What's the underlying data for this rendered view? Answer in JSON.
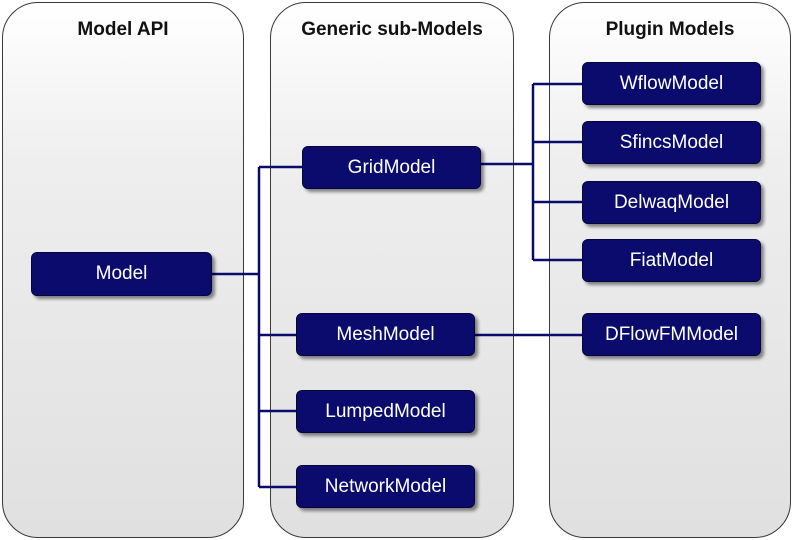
{
  "panels": {
    "api": "Model API",
    "generic": "Generic sub-Models",
    "plugin": "Plugin Models"
  },
  "nodes": {
    "model": "Model",
    "grid": "GridModel",
    "mesh": "MeshModel",
    "lumped": "LumpedModel",
    "network": "NetworkModel",
    "wflow": "WflowModel",
    "sfincs": "SfincsModel",
    "delwaq": "DelwaqModel",
    "fiat": "FiatModel",
    "dflowfm": "DFlowFMModel"
  },
  "colors": {
    "node_fill": "#0b0b6e",
    "connector": "#0b0b6e"
  }
}
